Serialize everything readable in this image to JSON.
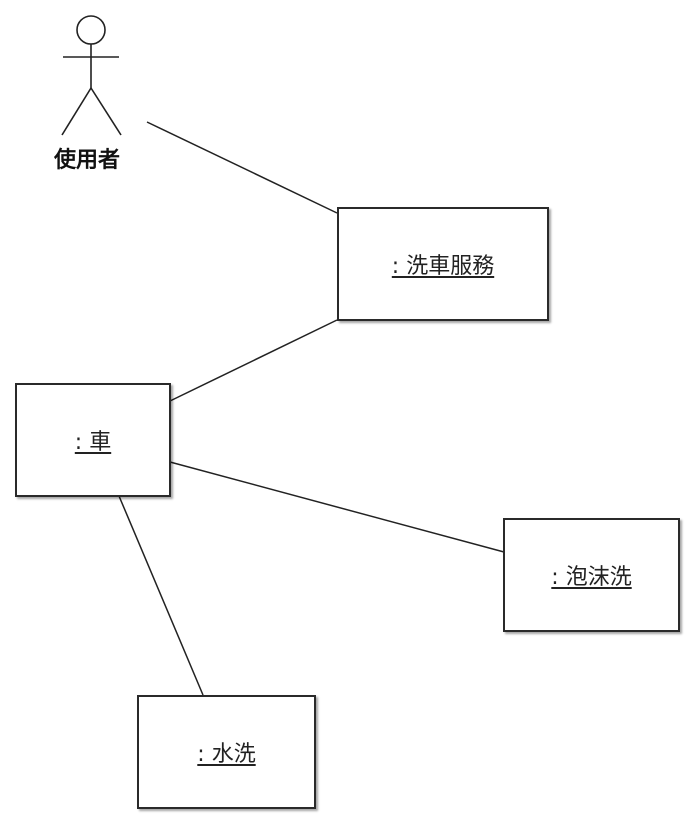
{
  "diagram": {
    "type": "uml-communication-diagram",
    "actor": {
      "label": "使用者",
      "icon": "stick-figure-icon"
    },
    "objects": {
      "car_wash_service": {
        "label": ": 洗車服務"
      },
      "car": {
        "label": ": 車"
      },
      "foam_wash": {
        "label": ": 泡沫洗"
      },
      "water_wash": {
        "label": ": 水洗"
      }
    },
    "links": [
      {
        "from": "actor",
        "to": "car_wash_service"
      },
      {
        "from": "car_wash_service",
        "to": "car"
      },
      {
        "from": "car",
        "to": "foam_wash"
      },
      {
        "from": "car",
        "to": "water_wash"
      }
    ],
    "colors": {
      "line": "#222222",
      "box_border": "#2a2a2a",
      "background": "#ffffff"
    }
  }
}
